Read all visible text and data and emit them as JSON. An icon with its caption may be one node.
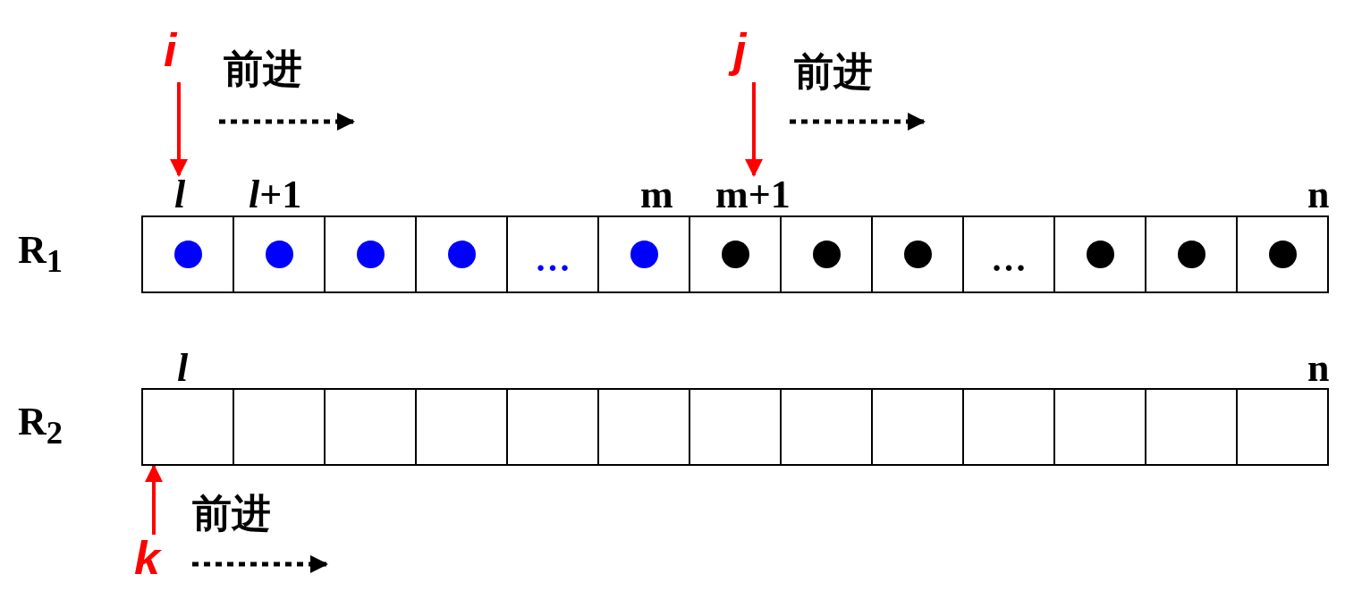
{
  "diagram": {
    "nodes": [
      {
        "text": [
          "i"
        ]
      },
      {
        "text": [
          "j"
        ]
      },
      {
        "text": [
          "l"
        ]
      },
      {
        "text": [
          "m+1"
        ]
      },
      {
        "text": [],
        "shape": "box"
      },
      {
        "text": [],
        "shape": "box"
      },
      {
        "text": [],
        "shape": "box"
      },
      {
        "text": [],
        "shape": "box"
      },
      {
        "text": [
          "…"
        ]
      },
      {
        "text": [],
        "shape": "box"
      },
      {
        "text": [],
        "shape": "box"
      },
      {
        "text": [],
        "shape": "box"
      },
      {
        "text": [],
        "shape": "box"
      },
      {
        "text": [
          "…"
        ]
      },
      {
        "text": [],
        "shape": "box"
      },
      {
        "text": [],
        "shape": "box"
      },
      {
        "text": [],
        "shape": "box"
      },
      {
        "text": [],
        "shape": "box"
      },
      {
        "text": [],
        "shape": "box"
      },
      {
        "text": [],
        "shape": "box"
      },
      {
        "text": [],
        "shape": "box"
      },
      {
        "text": [],
        "shape": "box"
      },
      {
        "text": [],
        "shape": "box"
      },
      {
        "text": [],
        "shape": "box"
      },
      {
        "text": [],
        "shape": "box"
      },
      {
        "text": [],
        "shape": "box"
      },
      {
        "text": [],
        "shape": "box"
      },
      {
        "text": [],
        "shape": "box"
      },
      {
        "text": [],
        "shape": "box"
      },
      {
        "text": [],
        "shape": "box"
      },
      {
        "text": [
          "k"
        ]
      }
    ],
    "edges": [
      {
        "from": 0,
        "to": 2,
        "arrow": "to"
      },
      {
        "from": 1,
        "to": 3,
        "arrow": "to"
      },
      {
        "from": 30,
        "to": 17,
        "arrow": "to"
      }
    ],
    "labels": [
      "前进",
      "前进",
      "*l*+1",
      "m",
      "n",
      "R$_{1}$",
      "l",
      "n",
      "R$_{2}$",
      "前进"
    ]
  }
}
